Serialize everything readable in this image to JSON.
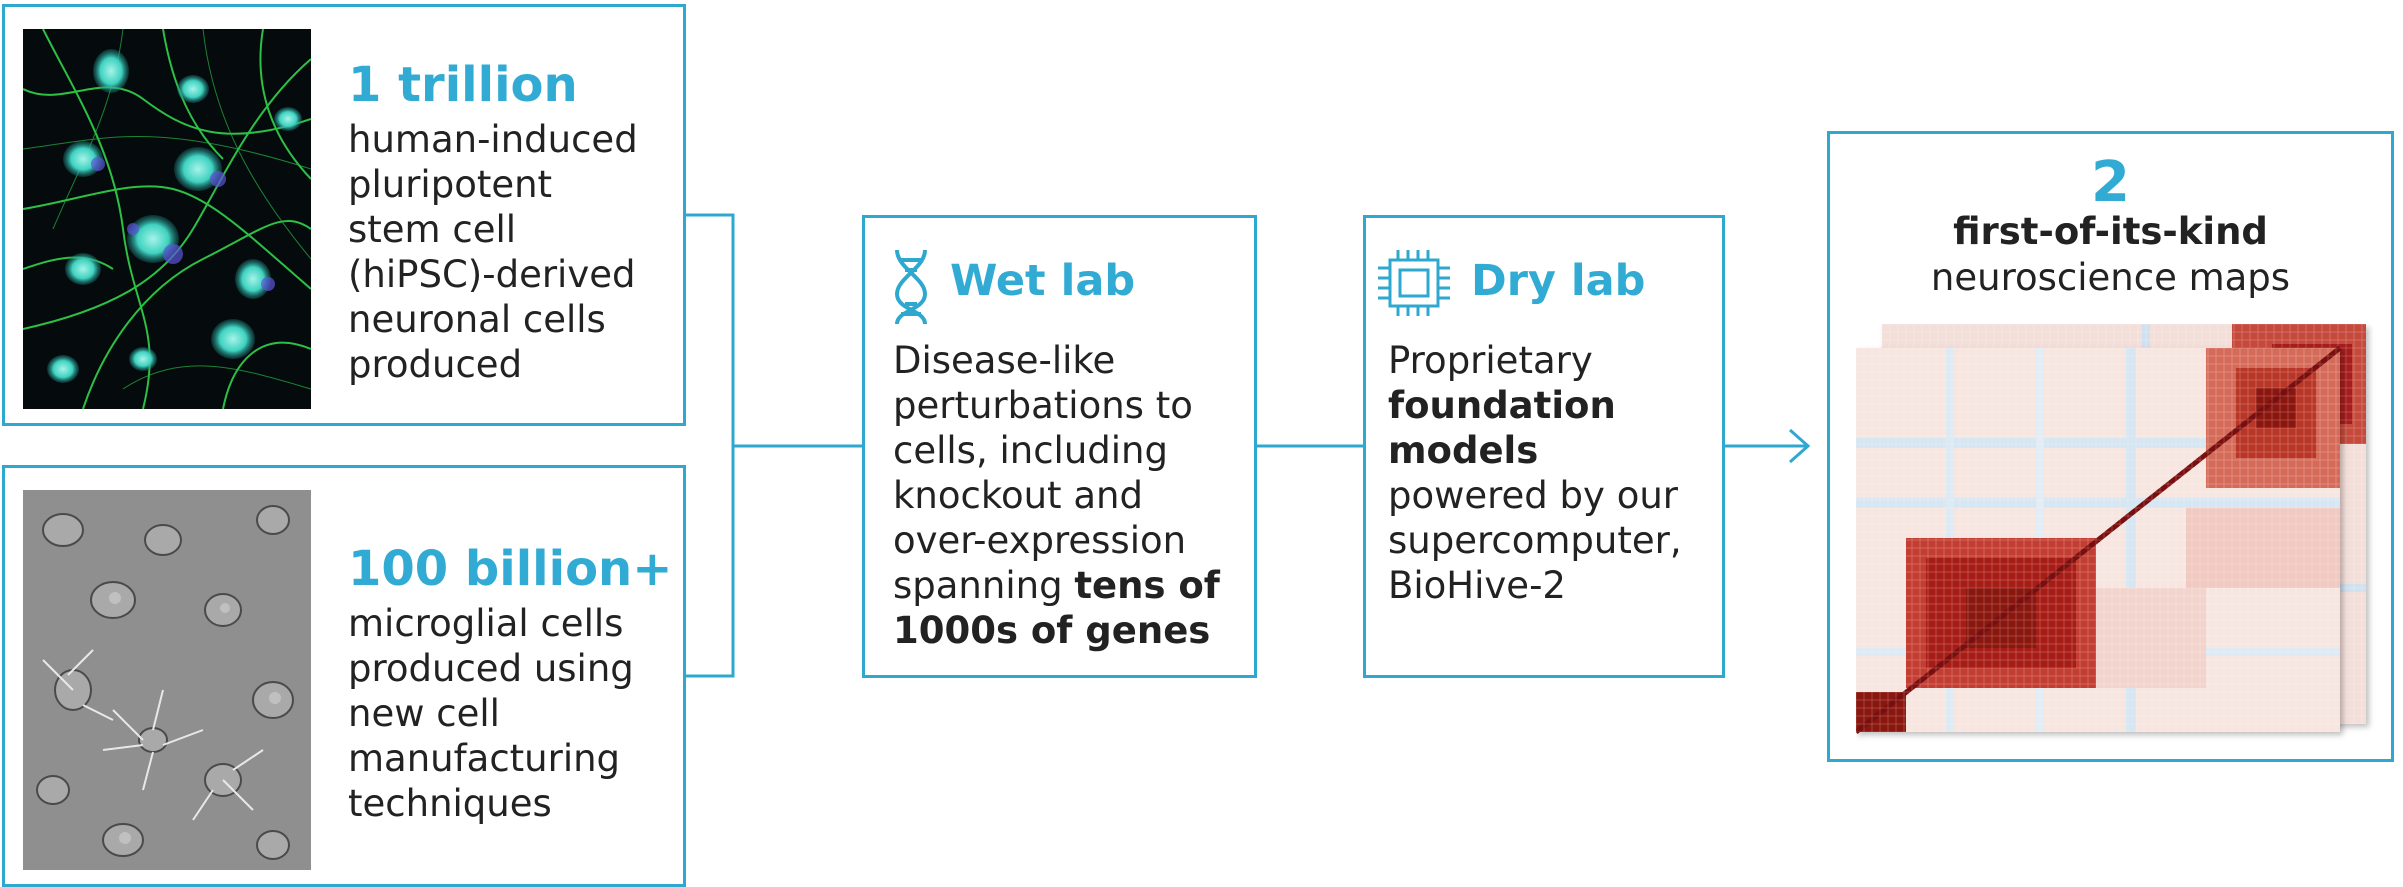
{
  "box1": {
    "stat": "1 trillion",
    "lines": [
      "human-induced",
      "pluripotent",
      "stem cell",
      "(hiPSC)-derived",
      "neuronal cells",
      "produced"
    ],
    "image_icon": "neuron-fluorescence-image"
  },
  "box2": {
    "stat": "100 billion+",
    "lines": [
      "microglial cells",
      "produced using",
      "new cell",
      "manufacturing",
      "techniques"
    ],
    "image_icon": "microglia-micrograph-image"
  },
  "wetlab": {
    "title": "Wet lab",
    "icon": "dna-icon",
    "lines": [
      "Disease-like",
      "perturbations to",
      "cells, including",
      "knockout and",
      "over-expression"
    ],
    "line6_plain": "spanning ",
    "line6_bold": "tens of",
    "line7_bold": "1000s of genes"
  },
  "drylab": {
    "title": "Dry lab",
    "icon": "chip-icon",
    "line1": "Proprietary",
    "bold1": "foundation",
    "bold2": "models",
    "lines": [
      "powered by our",
      "supercomputer,",
      "BioHive-2"
    ]
  },
  "output": {
    "stat": "2",
    "bold": "first-of-its-kind",
    "plain": "neuroscience maps",
    "image_icon": "correlation-heatmap-image"
  },
  "colors": {
    "accent": "#2fa8d0",
    "text": "#222222",
    "heat_high": "#a11a1a",
    "heat_low": "#7fb1d6"
  }
}
